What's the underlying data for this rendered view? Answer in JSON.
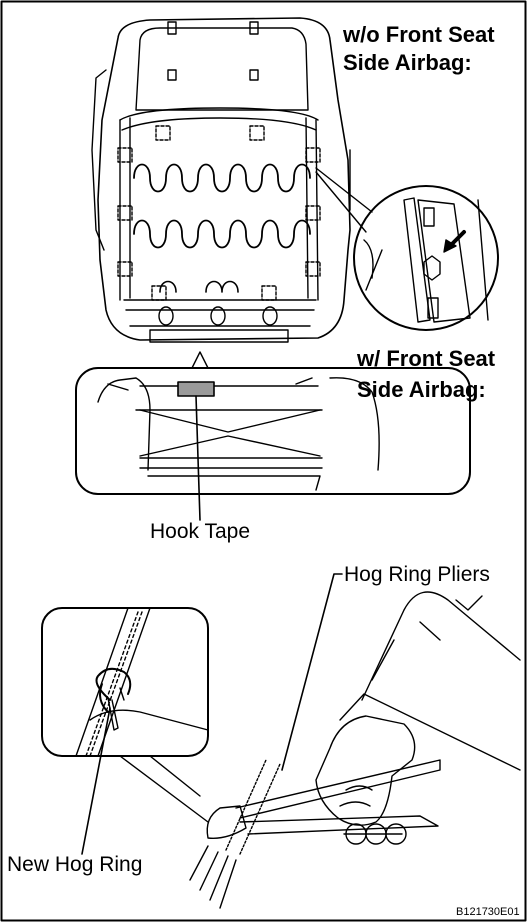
{
  "labels": {
    "wo_airbag_line1": "w/o Front Seat",
    "wo_airbag_line2": "Side Airbag:",
    "w_airbag_line1": "w/ Front Seat",
    "w_airbag_line2": "Side Airbag:",
    "hook_tape": "Hook Tape",
    "hog_ring_pliers": "Hog Ring Pliers",
    "new_hog_ring": "New Hog Ring",
    "figure_code": "B121730E01"
  },
  "colors": {
    "line": "#000000",
    "hook_tape_fill": "#9a9a9a"
  }
}
